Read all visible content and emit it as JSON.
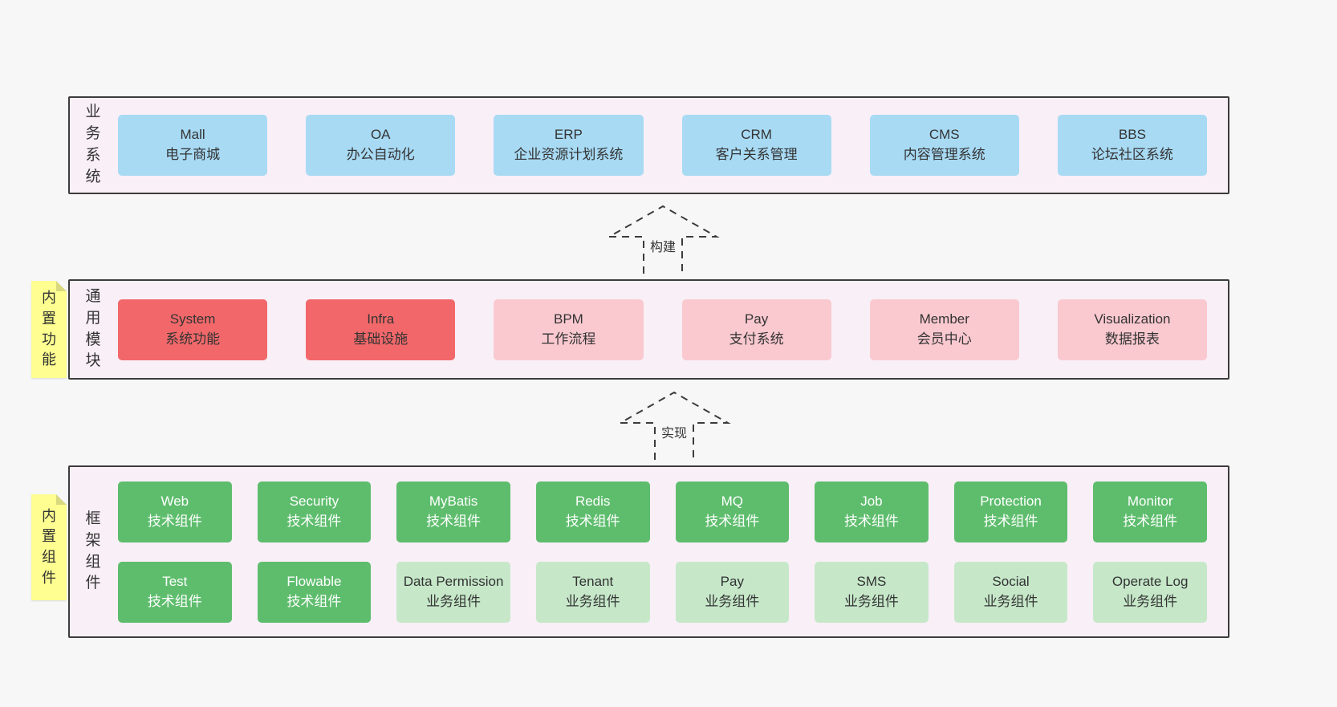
{
  "colors": {
    "page-bg": "#f7f7f7",
    "container-bg": "#f9eff7",
    "container-border": "#3c3c3c",
    "blue": "#a8daf4",
    "red": "#f2686a",
    "pink": "#fac9d0",
    "green": "#5ebd6d",
    "green-light": "#c6e8c9",
    "sticky-yellow": "#feff90",
    "sticky-fold": "#d8d87f",
    "text-dark": "#333333",
    "text-light": "#ffffff"
  },
  "arrows": [
    {
      "label": "构建"
    },
    {
      "label": "实现"
    }
  ],
  "layers": [
    {
      "side_label": "业务系统",
      "boxes": [
        {
          "title": "Mall",
          "subtitle": "电子商城"
        },
        {
          "title": "OA",
          "subtitle": "办公自动化"
        },
        {
          "title": "ERP",
          "subtitle": "企业资源计划系统"
        },
        {
          "title": "CRM",
          "subtitle": "客户关系管理"
        },
        {
          "title": "CMS",
          "subtitle": "内容管理系统"
        },
        {
          "title": "BBS",
          "subtitle": "论坛社区系统"
        }
      ]
    },
    {
      "side_label": "通用模块",
      "sticky_label": "内置功能",
      "boxes": [
        {
          "title": "System",
          "subtitle": "系统功能"
        },
        {
          "title": "Infra",
          "subtitle": "基础设施"
        },
        {
          "title": "BPM",
          "subtitle": "工作流程"
        },
        {
          "title": "Pay",
          "subtitle": "支付系统"
        },
        {
          "title": "Member",
          "subtitle": "会员中心"
        },
        {
          "title": "Visualization",
          "subtitle": "数据报表"
        }
      ]
    },
    {
      "side_label": "框架组件",
      "sticky_label": "内置组件",
      "boxes": [
        {
          "title": "Web",
          "subtitle": "技术组件"
        },
        {
          "title": "Security",
          "subtitle": "技术组件"
        },
        {
          "title": "MyBatis",
          "subtitle": "技术组件"
        },
        {
          "title": "Redis",
          "subtitle": "技术组件"
        },
        {
          "title": "MQ",
          "subtitle": "技术组件"
        },
        {
          "title": "Job",
          "subtitle": "技术组件"
        },
        {
          "title": "Protection",
          "subtitle": "技术组件"
        },
        {
          "title": "Monitor",
          "subtitle": "技术组件"
        },
        {
          "title": "Test",
          "subtitle": "技术组件"
        },
        {
          "title": "Flowable",
          "subtitle": "技术组件"
        },
        {
          "title": "Data Permission",
          "subtitle": "业务组件"
        },
        {
          "title": "Tenant",
          "subtitle": "业务组件"
        },
        {
          "title": "Pay",
          "subtitle": "业务组件"
        },
        {
          "title": "SMS",
          "subtitle": "业务组件"
        },
        {
          "title": "Social",
          "subtitle": "业务组件"
        },
        {
          "title": "Operate Log",
          "subtitle": "业务组件"
        }
      ]
    }
  ]
}
